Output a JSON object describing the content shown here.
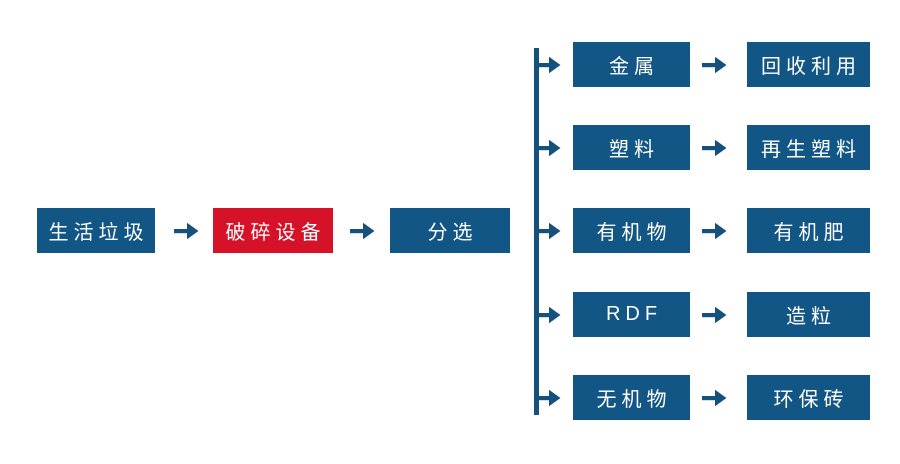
{
  "colors": {
    "box_blue": "#125686",
    "box_red": "#D51228",
    "arrow_blue": "#15517D",
    "label_white": "#FFFFFF",
    "background": "#FFFFFF"
  },
  "icons": {
    "flow_arrow": "→"
  },
  "flow": {
    "main_chain": [
      {
        "label": "生活垃圾",
        "style": "blue"
      },
      {
        "label": "破碎设备",
        "style": "red"
      },
      {
        "label": "分选",
        "style": "blue"
      }
    ],
    "branches": [
      {
        "item": "金属",
        "result": "回收利用"
      },
      {
        "item": "塑料",
        "result": "再生塑料"
      },
      {
        "item": "有机物",
        "result": "有机肥"
      },
      {
        "item": "RDF",
        "result": "造粒"
      },
      {
        "item": "无机物",
        "result": "环保砖"
      }
    ]
  }
}
